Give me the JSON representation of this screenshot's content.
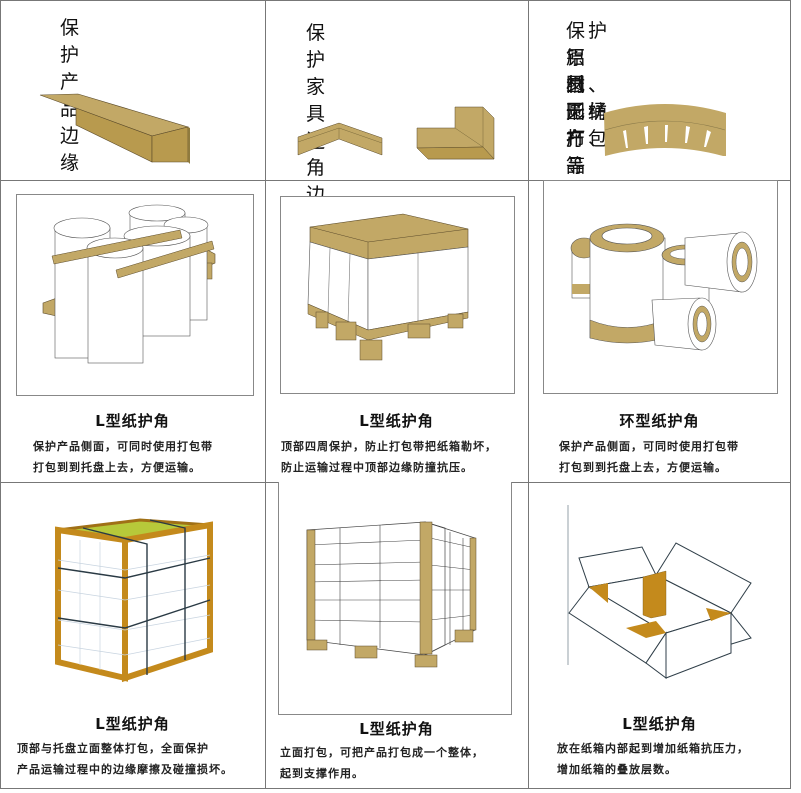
{
  "colors": {
    "kraft": "#c2a866",
    "kraft_dark": "#b89a4e",
    "edge_dark": "#5a4a2a",
    "line": "#777777",
    "wrap_green": "#b7c93a",
    "corner_brown": "#c48a1c"
  },
  "top_row": [
    {
      "title": "保护产品边缘",
      "illustration": "l-shaped-edge-protector"
    },
    {
      "title": "保护家具边角边缘",
      "illustration": "furniture-corner-protectors"
    },
    {
      "title_lines": [
        "保护铝材、无纺布、",
        "原纸、圆桶打包等",
        "圆形产品边缘"
      ],
      "illustration": "curved-ring-protector"
    }
  ],
  "middle_row": [
    {
      "title": "L型纸护角",
      "desc_lines": [
        "保护产品侧面，可同时使用打包带",
        "打包到到托盘上去，方便运输。"
      ],
      "illustration": "rolls-on-pallet"
    },
    {
      "title": "L型纸护角",
      "desc_lines": [
        "顶部四周保护，防止打包带把纸箱勒坏，",
        "防止运输过程中顶部边缘防撞抗压。"
      ],
      "illustration": "box-top-edges-on-pallet"
    },
    {
      "title": "环型纸护角",
      "desc_lines": [
        "保护产品侧面，可同时使用打包带",
        "打包到到托盘上去，方便运输。"
      ],
      "illustration": "ring-protected-rolls"
    }
  ],
  "bottom_row": [
    {
      "title": "L型纸护角",
      "desc_lines": [
        "顶部与托盘立面整体打包，全面保护",
        "产品运输过程中的边缘摩擦及碰撞损坏。"
      ],
      "illustration": "strapped-crate"
    },
    {
      "title": "L型纸护角",
      "desc_lines": [
        "立面打包，可把产品打包成一个整体，",
        "起到支撑作用。"
      ],
      "illustration": "vertical-corner-pallet"
    },
    {
      "title": "L型纸护角",
      "desc_lines": [
        "放在纸箱内部起到增加纸箱抗压力，",
        "增加纸箱的叠放层数。"
      ],
      "illustration": "inner-box-corners"
    }
  ]
}
